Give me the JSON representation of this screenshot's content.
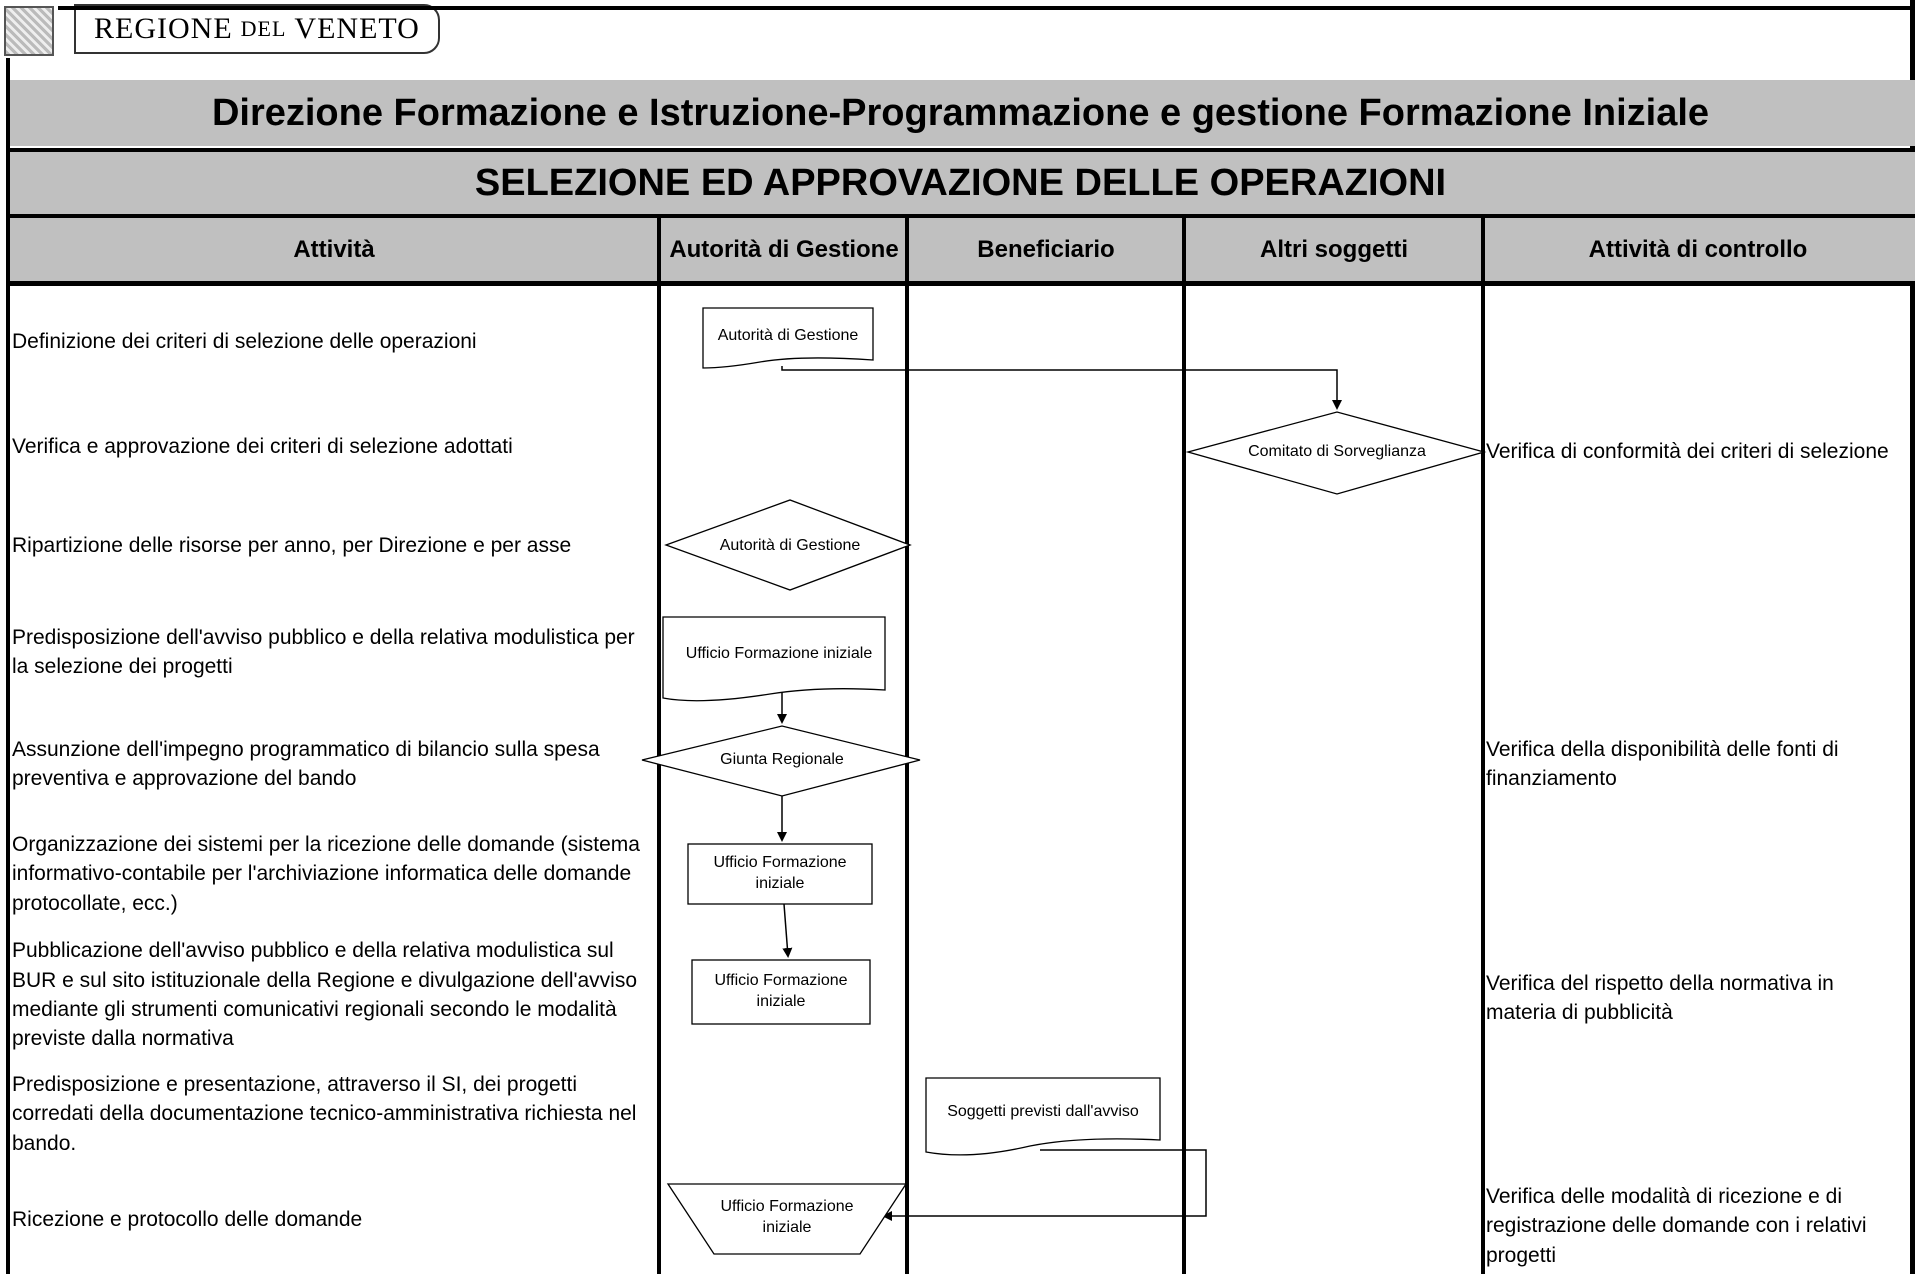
{
  "logo": {
    "text_main_1": "REGIONE",
    "text_small": "DEL",
    "text_main_2": "VENETO"
  },
  "title": "Direzione Formazione e Istruzione-Programmazione e gestione Formazione Iniziale",
  "subtitle": "SELEZIONE ED APPROVAZIONE DELLE OPERAZIONI",
  "columns": [
    "Attività",
    "Autorità di Gestione",
    "Beneficiario",
    "Altri soggetti",
    "Attività di controllo"
  ],
  "rows": [
    {
      "activity": "Definizione dei criteri di selezione delle operazioni",
      "control": ""
    },
    {
      "activity": "Verifica e approvazione dei criteri di selezione adottati",
      "control": "Verifica di conformità dei criteri di selezione"
    },
    {
      "activity": "Ripartizione delle risorse per anno, per Direzione e per asse",
      "control": ""
    },
    {
      "activity": "Predisposizione dell'avviso pubblico e della relativa modulistica per la selezione dei progetti",
      "control": ""
    },
    {
      "activity": "Assunzione dell'impegno programmatico di bilancio sulla spesa preventiva e approvazione del bando",
      "control": "Verifica della disponibilità delle fonti di finanziamento"
    },
    {
      "activity": "Organizzazione dei sistemi per la ricezione delle domande (sistema informativo-contabile per l'archiviazione informatica delle domande protocollate, ecc.)",
      "control": ""
    },
    {
      "activity": "Pubblicazione dell'avviso pubblico e della relativa modulistica sul BUR e sul sito istituzionale della Regione e divulgazione dell'avviso mediante gli strumenti comunicativi regionali secondo le modalità previste dalla normativa",
      "control": "Verifica del rispetto della normativa in materia di pubblicità"
    },
    {
      "activity": "Predisposizione e presentazione, attraverso il SI, dei progetti corredati della documentazione tecnico-amministrativa richiesta nel bando.",
      "control": ""
    },
    {
      "activity": "Ricezione e protocollo delle domande",
      "control": "Verifica delle modalità di ricezione e di registrazione delle domande con i relativi progetti"
    }
  ],
  "shapes": {
    "s1": "Autorità di Gestione",
    "s2": "Comitato di Sorveglianza",
    "s3": "Autorità di Gestione",
    "s4": "Ufficio Formazione iniziale",
    "s5": "Giunta Regionale",
    "s6": "Ufficio Formazione iniziale",
    "s7": "Ufficio Formazione iniziale",
    "s8": "Soggetti previsti dall'avviso",
    "s9": "Ufficio Formazione iniziale"
  }
}
